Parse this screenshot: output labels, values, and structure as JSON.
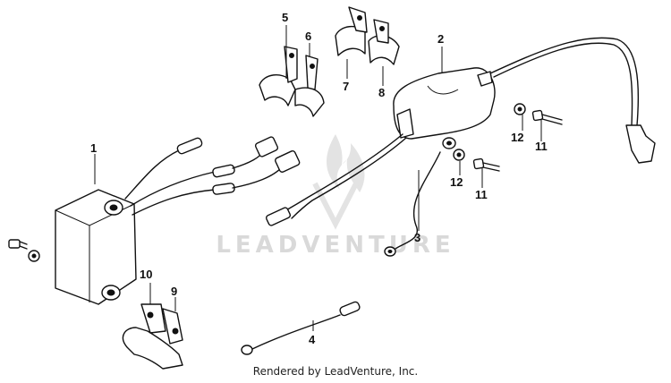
{
  "watermark": {
    "text": "LEADVENTURE"
  },
  "credit": {
    "text": "Rendered by LeadVenture, Inc."
  },
  "callouts": [
    {
      "id": "part-1",
      "label": "1"
    },
    {
      "id": "part-2",
      "label": "2"
    },
    {
      "id": "part-3",
      "label": "3"
    },
    {
      "id": "part-4",
      "label": "4"
    },
    {
      "id": "part-5",
      "label": "5"
    },
    {
      "id": "part-6",
      "label": "6"
    },
    {
      "id": "part-7",
      "label": "7"
    },
    {
      "id": "part-8",
      "label": "8"
    },
    {
      "id": "part-9",
      "label": "9"
    },
    {
      "id": "part-10",
      "label": "10"
    },
    {
      "id": "part-11-upper",
      "label": "11"
    },
    {
      "id": "part-11-lower",
      "label": "11"
    },
    {
      "id": "part-12-upper",
      "label": "12"
    },
    {
      "id": "part-12-lower",
      "label": "12"
    }
  ]
}
